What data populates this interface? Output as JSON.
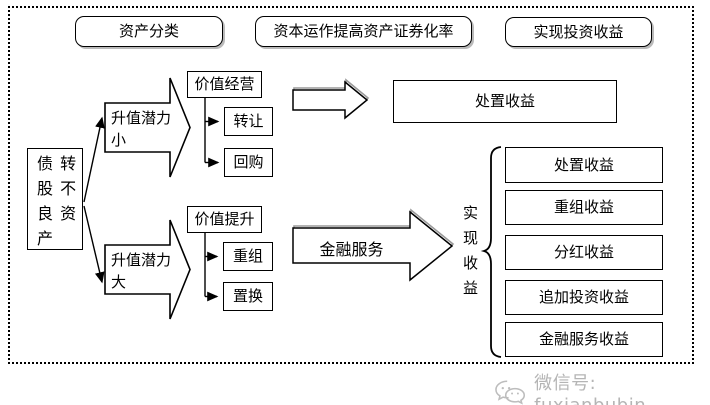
{
  "colors": {
    "stroke": "#000000",
    "background": "#ffffff",
    "shadow_gray": "#9a9a9a",
    "watermark_gray": "#b5b5b5"
  },
  "header": {
    "asset_classification": "资产分类",
    "capital_operation": "资本运作提高资产证券化率",
    "investment_return": "实现投资收益"
  },
  "flow": {
    "source": "债 转\n股 不\n良 资\n产",
    "branch_small_potential": "升值潜力\n小",
    "branch_large_potential": "升值潜力\n大",
    "value_operation": "价值经营",
    "transfer": "转让",
    "buyback": "回购",
    "value_improvement": "价值提升",
    "restructuring": "重组",
    "replacement": "置换",
    "financial_services": "金融服务",
    "disposal_income_main": "处置收益",
    "realize_income": "实现收益",
    "income_items": [
      "处置收益",
      "重组收益",
      "分红收益",
      "追加投资收益",
      "金融服务收益"
    ]
  },
  "watermark": {
    "icon": "wechat-icon",
    "text": "微信号: fuxianbubin"
  }
}
